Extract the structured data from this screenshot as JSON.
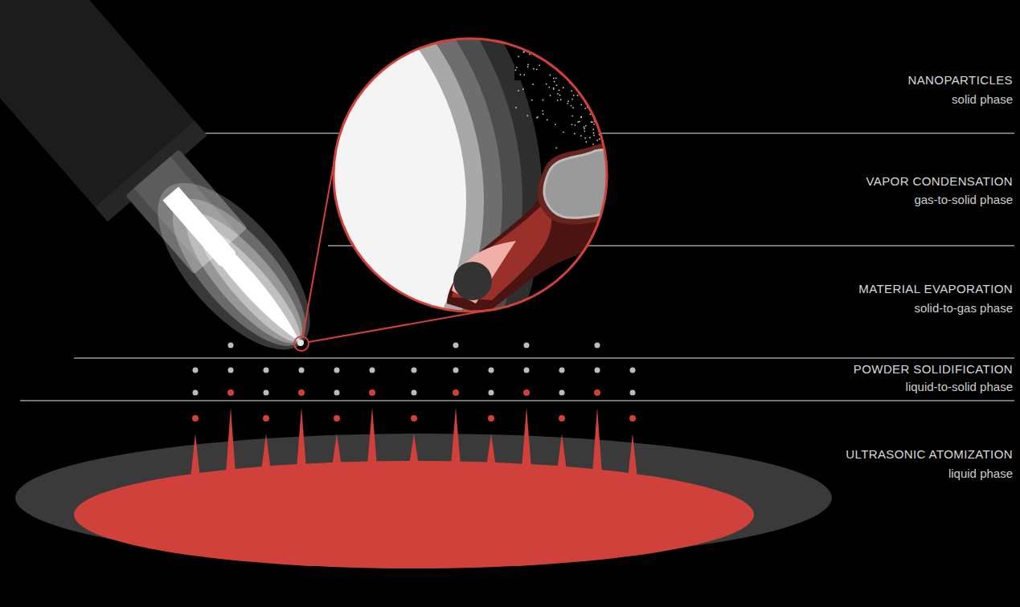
{
  "diagram": {
    "labels": [
      "NANOPARTICLES",
      "solid phase",
      "VAPOR CONDENSATION",
      "gas-to-solid phase",
      "MATERIAL EVAPORATION",
      "solid-to-gas phase",
      "POWDER SOLIDIFICATION",
      "liquid-to-solid phase",
      "ULTRASONIC ATOMIZATION",
      "liquid phase"
    ]
  }
}
